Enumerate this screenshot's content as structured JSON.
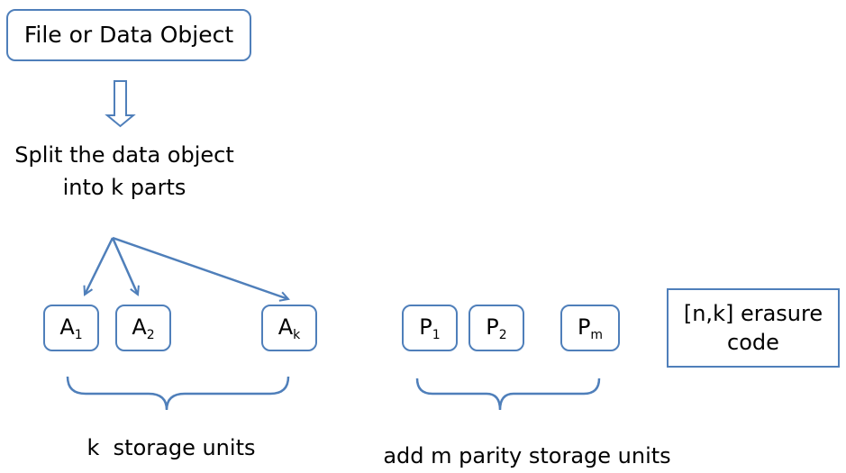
{
  "source_box": "File or Data Object",
  "split_text": [
    "Split the data object",
    "into k parts"
  ],
  "data_units": [
    {
      "letter": "A",
      "sub": "1"
    },
    {
      "letter": "A",
      "sub": "2"
    },
    {
      "letter": "A",
      "sub": "k"
    }
  ],
  "parity_units": [
    {
      "letter": "P",
      "sub": "1"
    },
    {
      "letter": "P",
      "sub": "2"
    },
    {
      "letter": "P",
      "sub": "m"
    }
  ],
  "data_label": "k  storage units",
  "parity_label": "add m parity storage units",
  "code_box": [
    "[n,k] erasure",
    "code"
  ],
  "colors": {
    "stroke": "#4f7fba"
  }
}
